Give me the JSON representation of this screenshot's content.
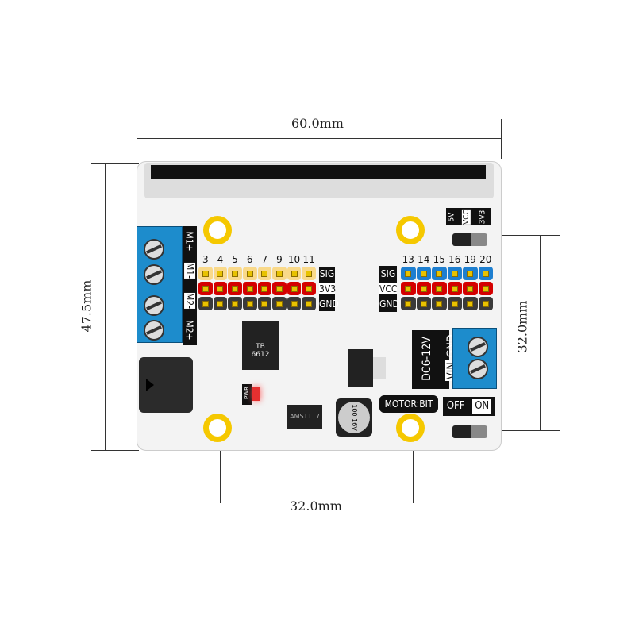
{
  "dimensions": {
    "width": "60.0mm",
    "height": "47.5mm",
    "hole_spacing_vertical": "32.0mm",
    "hole_spacing_horizontal": "32.0mm"
  },
  "motor_terminal": {
    "labels": [
      "M1+",
      "M1-",
      "M2-",
      "M2+"
    ]
  },
  "left_header": {
    "pins": [
      "3",
      "4",
      "5",
      "6",
      "7",
      "9",
      "10",
      "11"
    ],
    "rows": [
      "SIG",
      "3V3",
      "GND"
    ],
    "colors": [
      "#f9d98a",
      "#d40000",
      "#3a3a3a"
    ]
  },
  "right_header": {
    "pins": [
      "13",
      "14",
      "15",
      "16",
      "19",
      "20"
    ],
    "rows": [
      "SIG",
      "VCC",
      "GND"
    ],
    "colors": [
      "#1e7fd0",
      "#d40000",
      "#3a3a3a"
    ]
  },
  "power_select": {
    "labels": [
      "5V",
      "VCC",
      "3V3"
    ]
  },
  "dc_input": {
    "title": "DC6-12V",
    "labels": [
      "VIN",
      "GND"
    ]
  },
  "board_name": "MOTOR:BIT",
  "switch": {
    "off": "OFF",
    "on": "ON"
  },
  "chip": {
    "line1": "TB",
    "line2": "6612"
  },
  "regulator": "AMS1117",
  "capacitor": {
    "value": "100",
    "voltage": "16V"
  },
  "led": "PWR"
}
